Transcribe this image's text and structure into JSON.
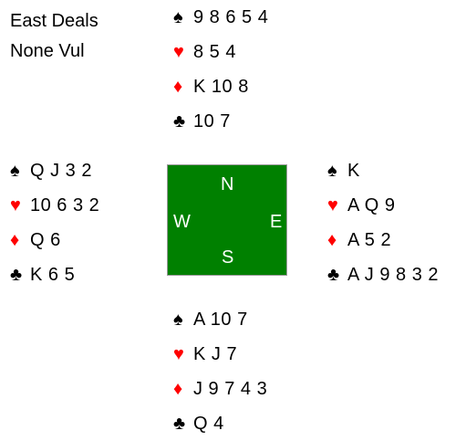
{
  "deal": {
    "dealer": "East Deals",
    "vulnerability": "None Vul"
  },
  "symbols": {
    "spades": "♠",
    "hearts": "♥",
    "diamonds": "♦",
    "clubs": "♣"
  },
  "colors": {
    "red_suit": "#ff0000",
    "black_suit": "#000000",
    "table": "#008000"
  },
  "table": {
    "north": "N",
    "west": "W",
    "east": "E",
    "south": "S"
  },
  "hands": {
    "north": {
      "spades": "9 8 6 5 4",
      "hearts": "8 5 4",
      "diamonds": "K 10 8",
      "clubs": "10 7"
    },
    "west": {
      "spades": "Q J 3 2",
      "hearts": "10 6 3 2",
      "diamonds": "Q 6",
      "clubs": "K 6 5"
    },
    "east": {
      "spades": "K",
      "hearts": "A Q 9",
      "diamonds": "A 5 2",
      "clubs": "A J 9 8 3 2"
    },
    "south": {
      "spades": "A 10 7",
      "hearts": "K J 7",
      "diamonds": "J 9 7 4 3",
      "clubs": "Q 4"
    }
  }
}
